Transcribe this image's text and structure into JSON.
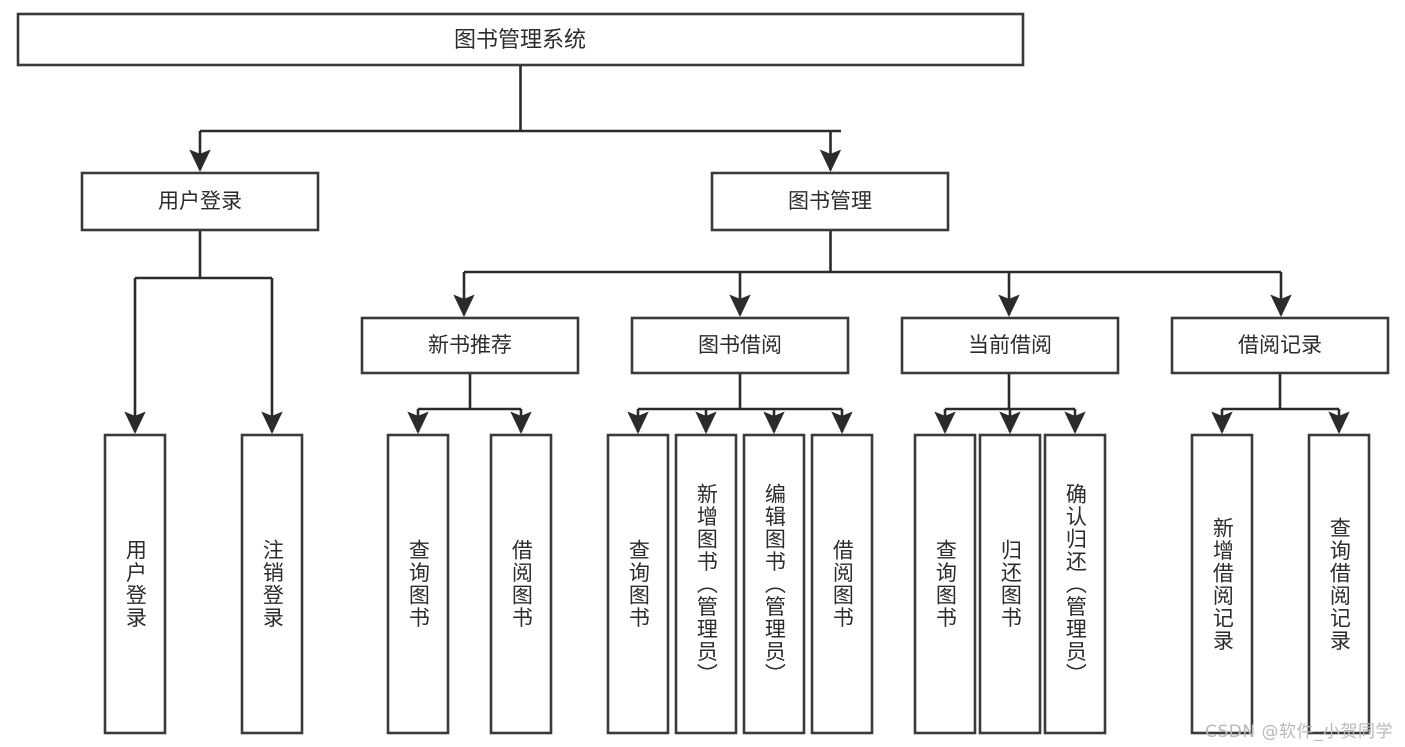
{
  "diagram": {
    "type": "tree",
    "title": "图书管理系统",
    "watermark": "CSDN @软件_小贺同学",
    "colors": {
      "background": "#ffffff",
      "box_stroke": "#3a3a3a",
      "line": "#2b2b2b",
      "text": "#2c2c2c",
      "watermark": "#b9b9b9"
    },
    "levels": {
      "root": {
        "label": "图书管理系统"
      },
      "level2": [
        {
          "id": "user-login",
          "label": "用户登录"
        },
        {
          "id": "book-manage",
          "label": "图书管理"
        }
      ],
      "level3": [
        {
          "id": "new-book-recommend",
          "label": "新书推荐"
        },
        {
          "id": "book-borrow",
          "label": "图书借阅"
        },
        {
          "id": "current-borrow",
          "label": "当前借阅"
        },
        {
          "id": "borrow-record",
          "label": "借阅记录"
        }
      ],
      "leaves": {
        "user-login": [
          {
            "id": "leaf-user-login",
            "label": "用户登录"
          },
          {
            "id": "leaf-logout-login",
            "label": "注销登录"
          }
        ],
        "new-book-recommend": [
          {
            "id": "leaf-query-book-1",
            "label": "查询图书"
          },
          {
            "id": "leaf-borrow-book-1",
            "label": "借阅图书"
          }
        ],
        "book-borrow": [
          {
            "id": "leaf-query-book-2",
            "label": "查询图书"
          },
          {
            "id": "leaf-add-book",
            "label": "新增图书（管理员）"
          },
          {
            "id": "leaf-edit-book",
            "label": "编辑图书（管理员）"
          },
          {
            "id": "leaf-borrow-book-2",
            "label": "借阅图书"
          }
        ],
        "current-borrow": [
          {
            "id": "leaf-query-book-3",
            "label": "查询图书"
          },
          {
            "id": "leaf-return-book",
            "label": "归还图书"
          },
          {
            "id": "leaf-confirm-return",
            "label": "确认归还（管理员）"
          }
        ],
        "borrow-record": [
          {
            "id": "leaf-add-record",
            "label": "新增借阅记录"
          },
          {
            "id": "leaf-query-record",
            "label": "查询借阅记录"
          }
        ]
      }
    }
  }
}
